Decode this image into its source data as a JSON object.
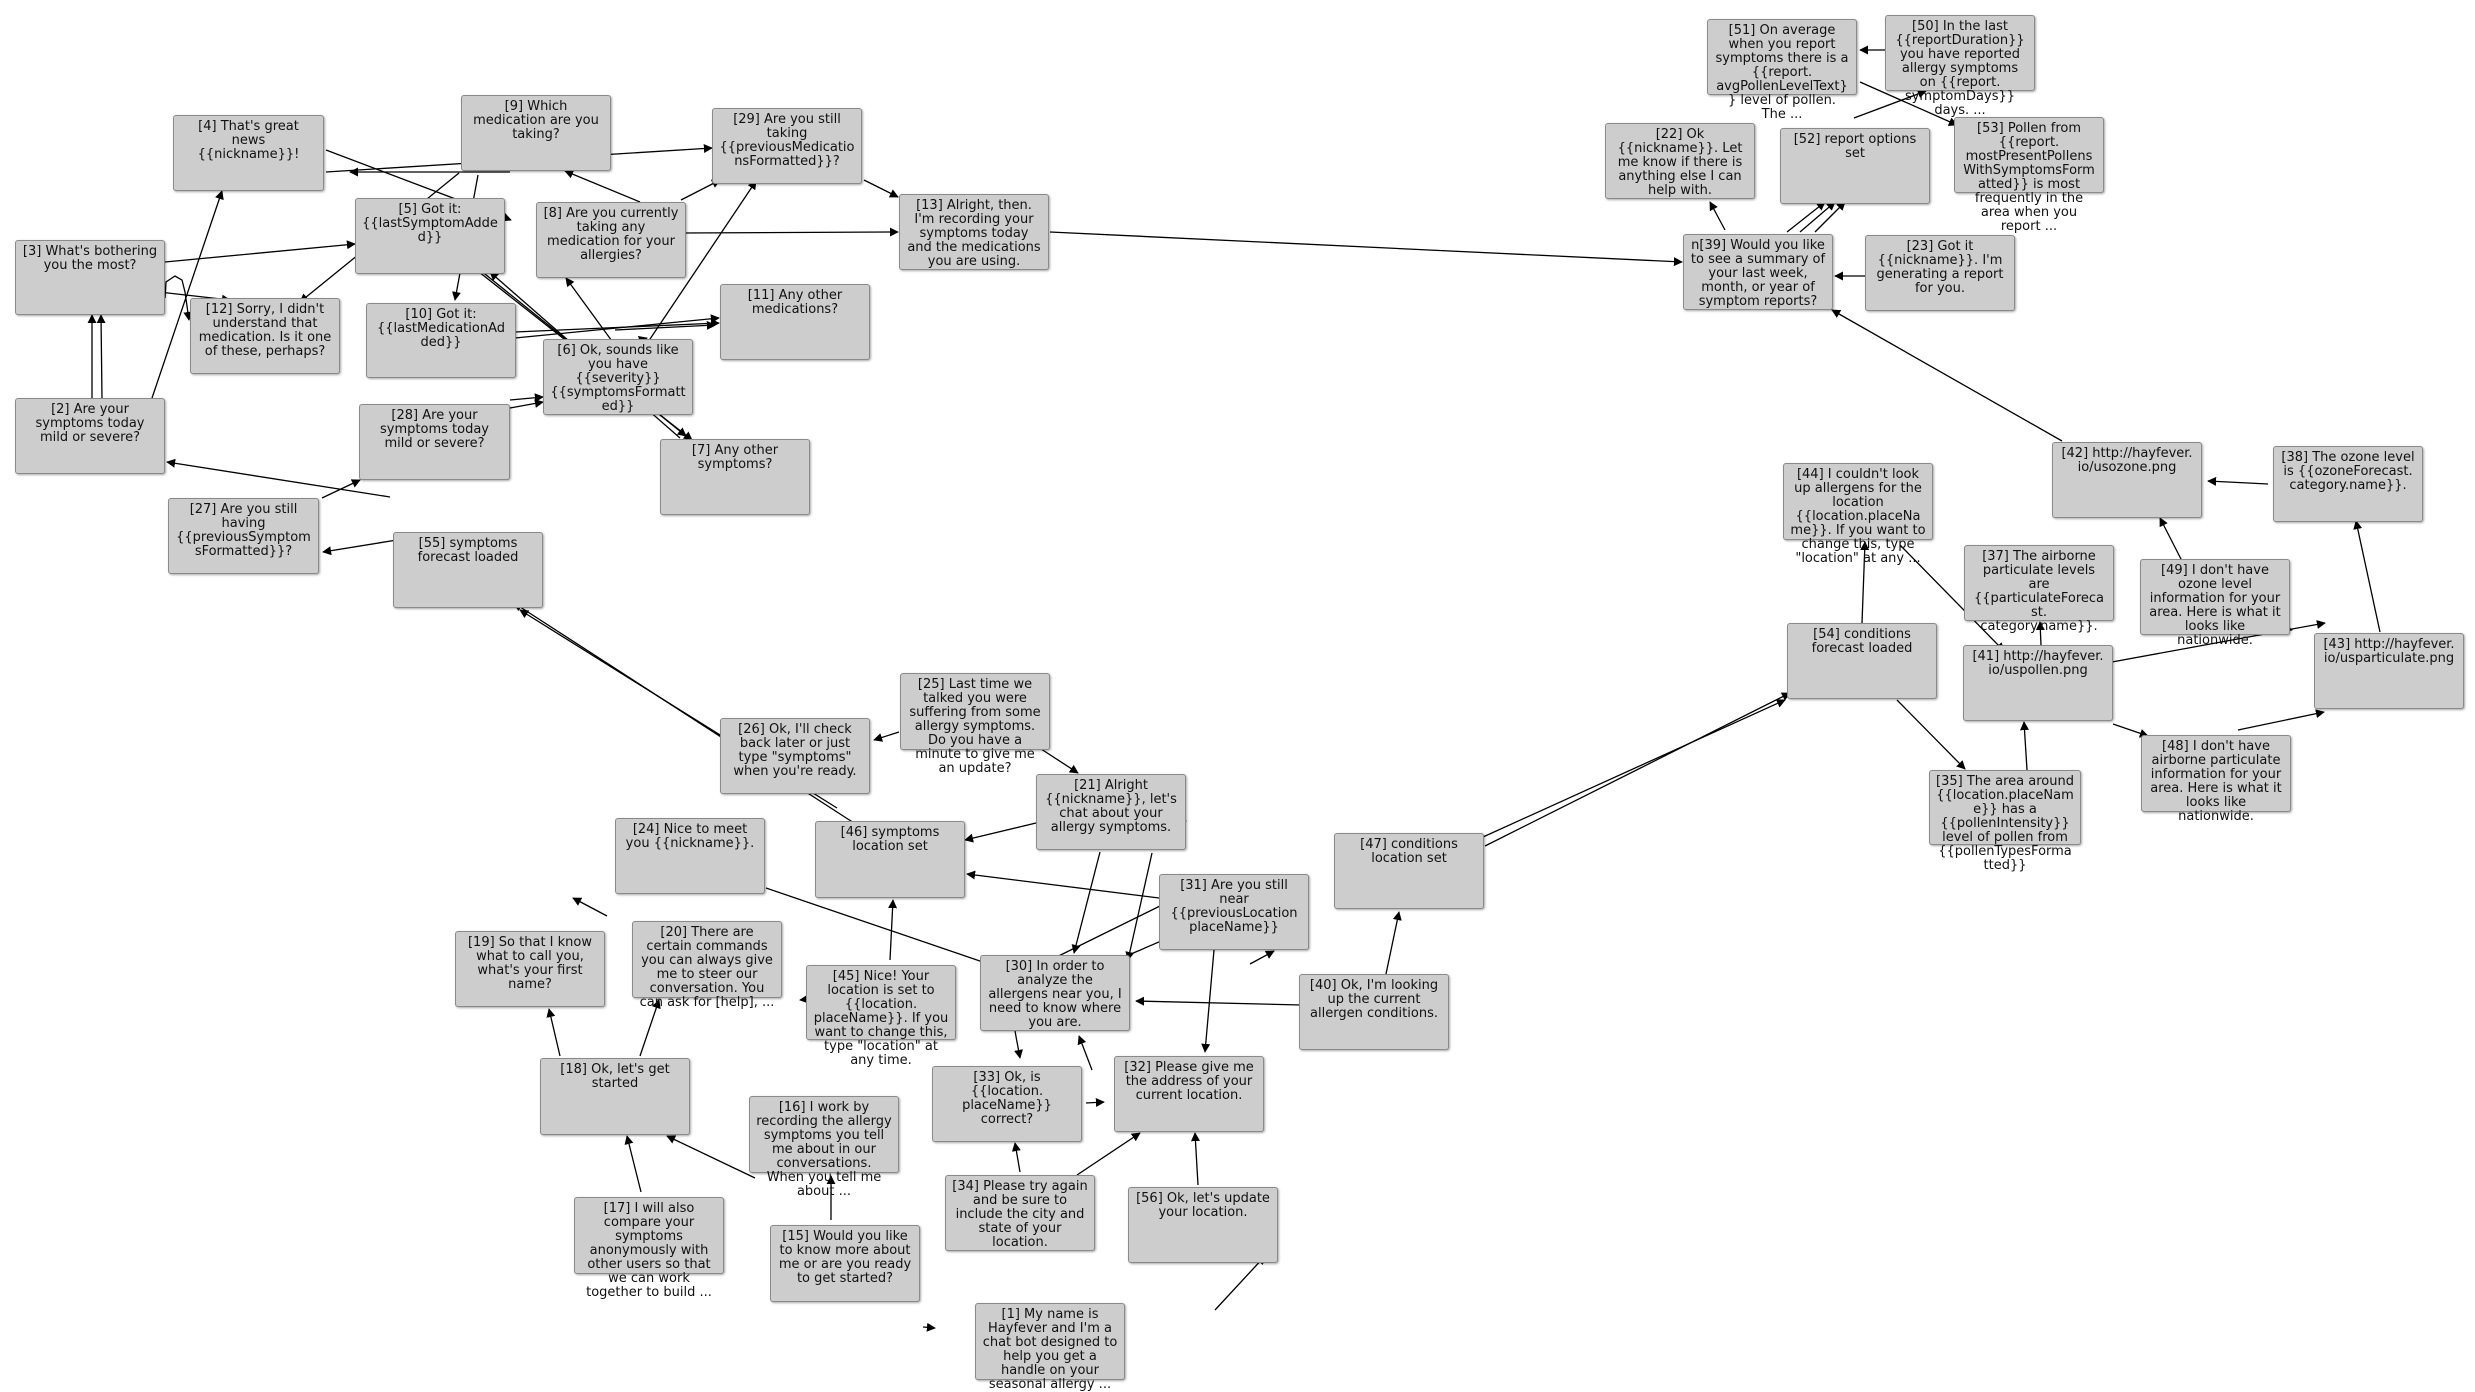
{
  "nodes": {
    "n1": "[1] My name is Hayfever and I'm a chat bot designed to help you get a handle on your seasonal allergy ...",
    "n2": "[2] Are your symptoms today mild or severe?",
    "n3": "[3] What's bothering you the most?",
    "n4": "[4] That's great news {{nickname}}!",
    "n5": "[5] Got it: {{lastSymptomAdded}}",
    "n6": "[6] Ok, sounds like you have {{severity}} {{symptomsFormatted}}",
    "n7": "[7] Any other symptoms?",
    "n8": "[8] Are you currently taking any medication for your allergies?",
    "n9": "[9] Which medication are you taking?",
    "n10": "[10] Got it: {{lastMedicationAdded}}",
    "n11": "[11] Any other medications?",
    "n12": "[12] Sorry, I didn't understand that medication. Is it one of these, perhaps?",
    "n13": "[13] Alright, then. I'm recording your symptoms today and the medications you are using.",
    "n15": "[15] Would you like to know more about me or are you ready to get started?",
    "n16": "[16] I work by recording the allergy symptoms you tell me about in our conversations. When you tell me about ...",
    "n17": "[17] I will also compare your symptoms anonymously with other users so that we can work together to build ...",
    "n18": "[18] Ok, let's get started",
    "n19": "[19] So that I know what to call you, what's your first name?",
    "n20": "[20] There are certain commands you can always give me to steer our conversation. You can ask for [help], ...",
    "n21": "[21] Alright {{nickname}}, let's chat about your allergy symptoms.",
    "n22": "[22] Ok {{nickname}}. Let me know if there is anything else I can help with.",
    "n23": "[23] Got it {{nickname}}. I'm generating a report for you.",
    "n24": "[24] Nice to meet you {{nickname}}.",
    "n25": "[25] Last time we talked you were suffering from some allergy symptoms. Do you have a minute to give me an update?",
    "n26": "[26] Ok, I'll check back later or just type \"symptoms\" when you're ready.",
    "n27": "[27] Are you still having {{previousSymptomsFormatted}}?",
    "n28": "[28] Are your symptoms today mild or severe?",
    "n29": "[29] Are you still taking {{previousMedicationsFormatted}}?",
    "n30": "[30] In order to analyze the allergens near you, I need to know where you are.",
    "n31": "[31] Are you still near {{previousLocation placeName}}",
    "n32": "[32] Please give me the address of your current location.",
    "n33": "[33] Ok, is {{location. placeName}} correct?",
    "n34": "[34] Please try again and be sure to include the city and state of your location.",
    "n35": "[35] The area around {{location.placeName}} has a {{pollenIntensity}} level of pollen from {{pollenTypesFormatted}}",
    "n37": "[37] The airborne particulate levels are {{particulateForecast. category.name}}.",
    "n38": "[38] The ozone level is {{ozoneForecast. category.name}}.",
    "n39": "n[39] Would you like to see a summary of your last week, month, or year of symptom reports?",
    "n40": "[40] Ok, I'm looking up the current allergen conditions.",
    "n41": "[41] http://hayfever. io/uspollen.png",
    "n42": "[42] http://hayfever. io/usozone.png",
    "n43": "[43] http://hayfever. io/usparticulate.png",
    "n44": "[44] I couldn't look up allergens for the location {{location.placeName}}. If you want to change this, type \"location\" at any ...",
    "n45": "[45] Nice! Your location is set to {{location. placeName}}. If you want to change this, type \"location\" at any time.",
    "n46": "[46] symptoms location set",
    "n47": "[47] conditions location set",
    "n48": "[48] I don't have airborne particulate information for your area. Here is what it looks like nationwide.",
    "n49": "[49] I don't have ozone level information for your area. Here is what it looks like nationwide.",
    "n50": "[50] In the last {{reportDuration}} you have reported allergy symptoms on {{report. symptomDays}} days. ...",
    "n51": "[51] On average when you report symptoms there is a {{report. avgPollenLevelText}} level of pollen. The ...",
    "n52": "[52] report options set",
    "n53": "[53] Pollen from {{report. mostPresentPollensWithSymptomsFormatted}} is most frequently in the area when you report ...",
    "n54": "[54] conditions forecast loaded",
    "n55": "[55] symptoms forecast loaded",
    "n56": "[56] Ok, let's update your location."
  },
  "colors": {
    "node_fill": "#cdcdcd",
    "node_border": "#8a8a8a",
    "edge": "#000000",
    "background": "#ffffff"
  }
}
